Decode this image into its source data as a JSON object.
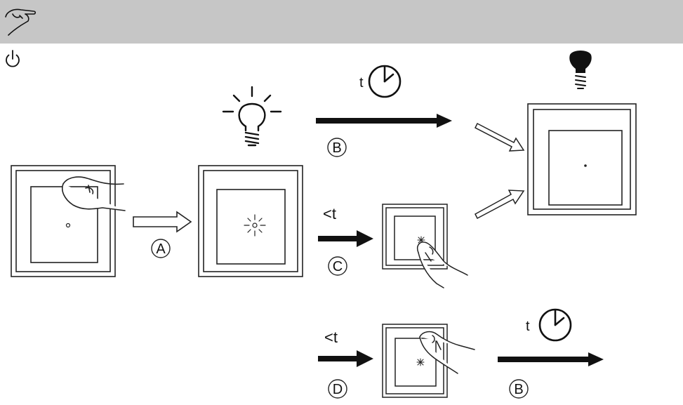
{
  "banner": {
    "icon": "pointing-hand-icon",
    "color": "#c6c6c6"
  },
  "power_icon": "power-icon",
  "labels": {
    "A": "A",
    "B_top": "B",
    "C": "C",
    "D": "D",
    "B_bottom": "B",
    "t_top": "t",
    "t_bottom": "t",
    "lt_C": "<t",
    "lt_D": "<t"
  },
  "icons": {
    "bulb_on": "light-bulb-on-icon",
    "bulb_off": "light-bulb-off-icon",
    "timer": "timer-icon",
    "finger": "finger-touch-icon"
  }
}
